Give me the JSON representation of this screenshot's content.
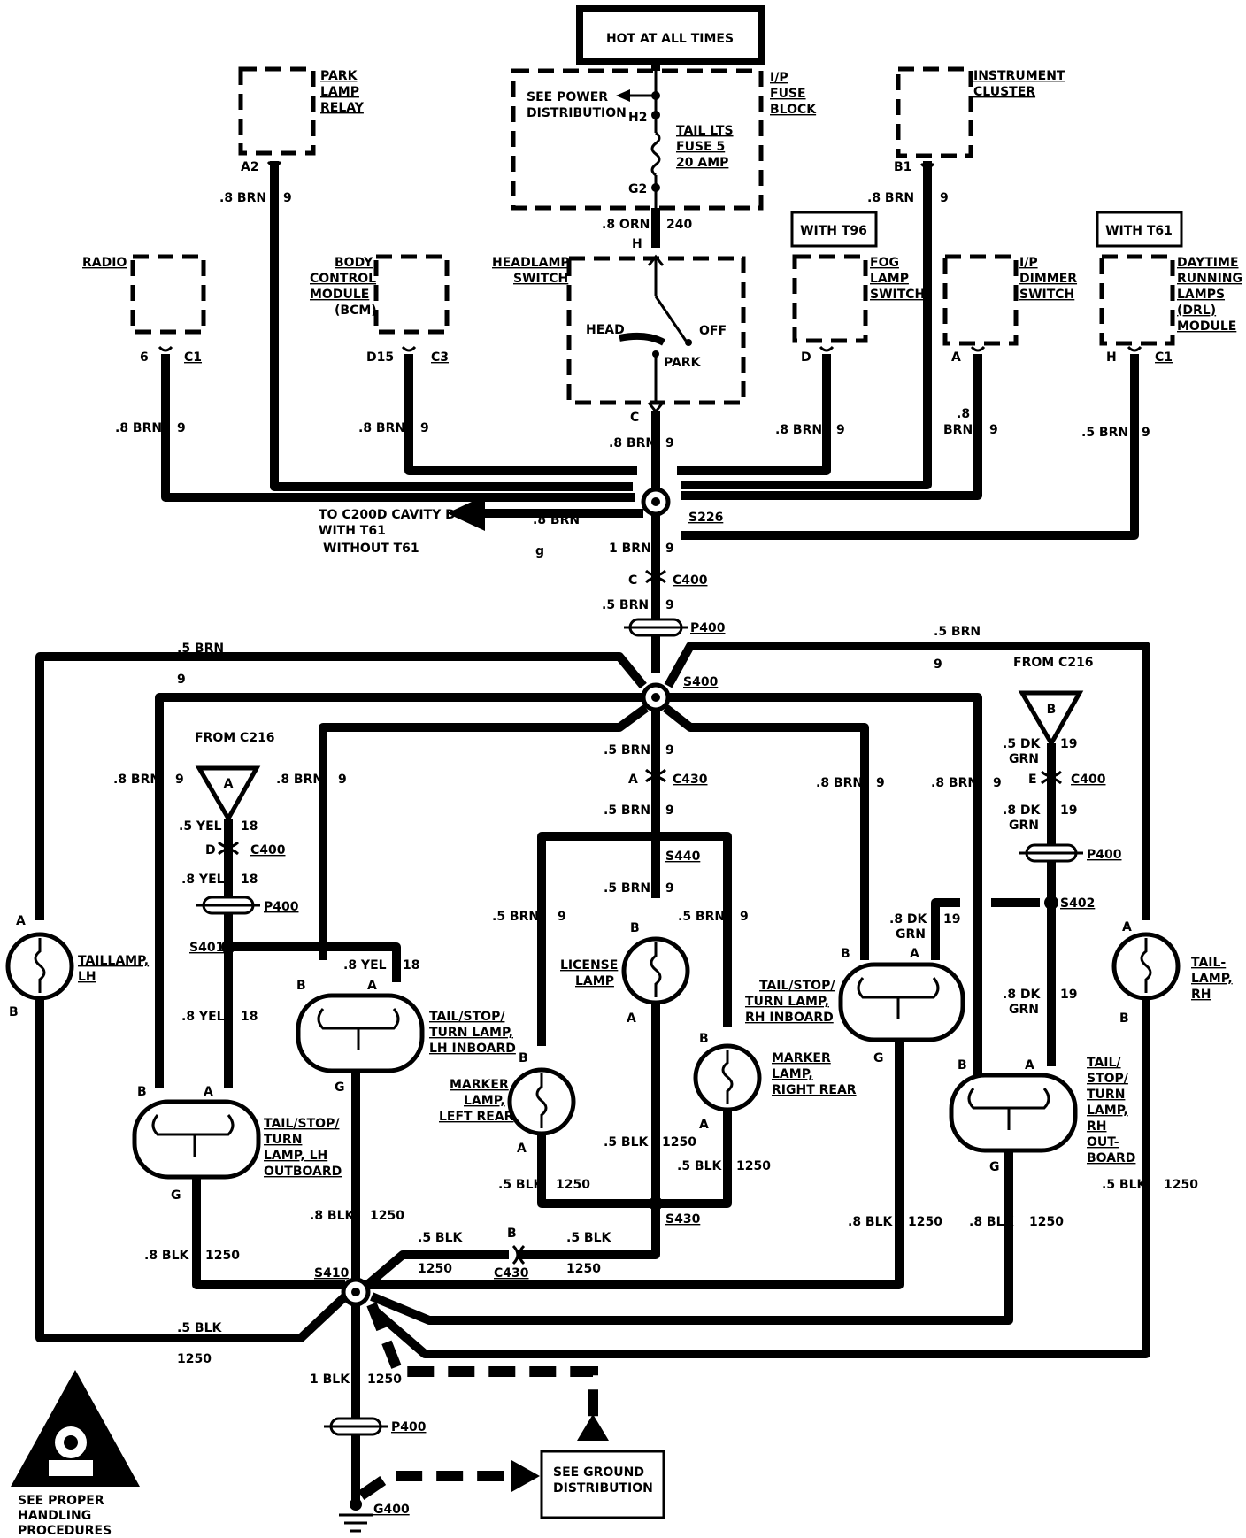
{
  "header": {
    "hot_label": "HOT AT ALL TIMES"
  },
  "components": {
    "park_relay": [
      "PARK",
      "LAMP",
      "RELAY"
    ],
    "fuse_block": [
      "I/P",
      "FUSE",
      "BLOCK"
    ],
    "fuse": [
      "TAIL LTS",
      "FUSE 5",
      "20 AMP"
    ],
    "power_dist": [
      "SEE POWER",
      "DISTRIBUTION"
    ],
    "instrument_cluster": [
      "INSTRUMENT",
      "CLUSTER"
    ],
    "radio": "RADIO",
    "bcm": [
      "BODY",
      "CONTROL",
      "MODULE",
      "(BCM)"
    ],
    "headlamp_switch": [
      "HEADLAMP",
      "SWITCH"
    ],
    "switch_head": "HEAD",
    "switch_off": "OFF",
    "switch_park": "PARK",
    "with_t96": "WITH T96",
    "fog_switch": [
      "FOG",
      "LAMP",
      "SWITCH"
    ],
    "dimmer": [
      "I/P",
      "DIMMER",
      "SWITCH"
    ],
    "with_t61": "WITH T61",
    "drl": [
      "DAYTIME",
      "RUNNING",
      "LAMPS",
      "(DRL)",
      "MODULE"
    ],
    "to_c200d": [
      "TO C200D CAVITY D4",
      "WITH T61",
      "WITHOUT T61"
    ],
    "from_c216_a": "FROM C216",
    "from_c216_b": "FROM C216",
    "taillamp_lh": [
      "TAILLAMP,",
      "LH"
    ],
    "taillamp_rh": [
      "TAIL-",
      "LAMP,",
      "RH"
    ],
    "license": [
      "LICENSE",
      "LAMP"
    ],
    "lh_inboard": [
      "TAIL/STOP/",
      "TURN LAMP,",
      "LH INBOARD"
    ],
    "rh_inboard": [
      "TAIL/STOP/",
      "TURN LAMP,",
      "RH INBOARD"
    ],
    "lh_outboard": [
      "TAIL/STOP/",
      "TURN",
      "LAMP, LH",
      "OUTBOARD"
    ],
    "rh_outboard": [
      "TAIL/",
      "STOP/",
      "TURN",
      "LAMP,",
      "RH",
      "OUT-",
      "BOARD"
    ],
    "marker_left": [
      "MARKER",
      "LAMP,",
      "LEFT REAR"
    ],
    "marker_right": [
      "MARKER",
      "LAMP,",
      "RIGHT REAR"
    ],
    "ground_dist": [
      "SEE GROUND",
      "DISTRIBUTION"
    ],
    "handling": [
      "SEE PROPER",
      "HANDLING",
      "PROCEDURES"
    ]
  },
  "connectors": {
    "c1": "C1",
    "c3": "C3",
    "c400": "C400",
    "c430": "C430",
    "p400": "P400",
    "s226": "S226",
    "s400": "S400",
    "s401": "S401",
    "s402": "S402",
    "s410": "S410",
    "s430": "S430",
    "s440": "S440",
    "g400": "G400"
  },
  "pins": {
    "a": "A",
    "b": "B",
    "c": "C",
    "d": "D",
    "e": "E",
    "g": "G",
    "h": "H",
    "h2": "H2",
    "g2": "G2",
    "a2": "A2",
    "b1": "B1",
    "d15": "D15",
    "six": "6"
  },
  "wires": {
    "brn8": ".8 BRN",
    "brn5": ".5 BRN",
    "brn1": "1 BRN",
    "orn8": ".8 ORN",
    "yel5": ".5 YEL",
    "yel8": ".8 YEL",
    "dkgrn5": ".5 DK",
    "dkgrn8": ".8 DK",
    "grn": "GRN",
    "blk5": ".5 BLK",
    "blk8": ".8 BLK",
    "blk1": "1 BLK",
    "brn8_split": ".8",
    "brn_word": "BRN",
    "c9": "9",
    "g_lower": "g",
    "c18": "18",
    "c19": "19",
    "c240": "240",
    "c1250": "1250"
  }
}
